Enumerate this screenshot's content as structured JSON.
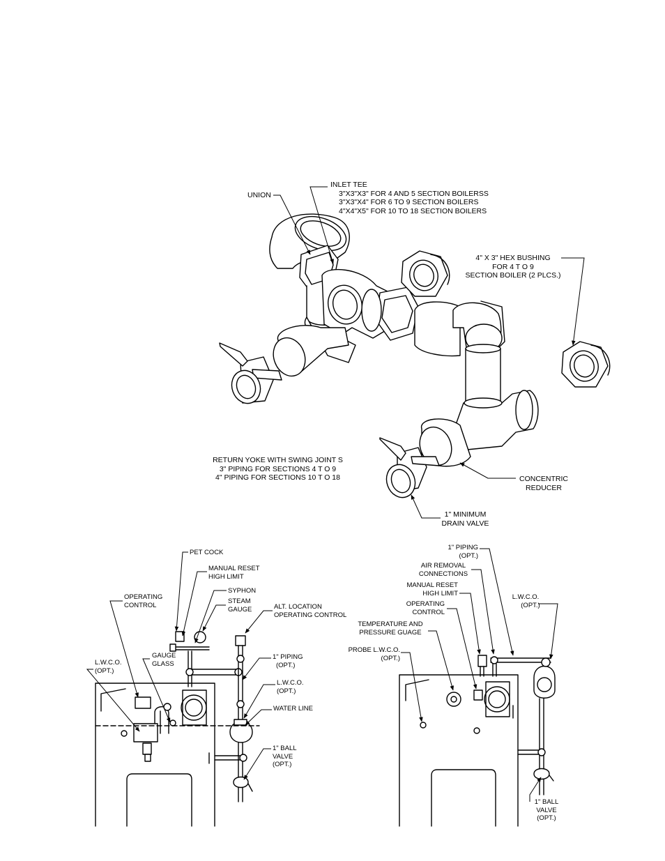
{
  "top_labels": {
    "union": "UNION",
    "inlet_tee": [
      "INLET TEE",
      "3\"X3\"X3\" FOR 4 AND 5 SECTION BOILERSS",
      "3\"X3\"X4\" FOR 6 TO 9 SECTION BOILERS",
      "4\"X4\"X5\" FOR 10 TO 18 SECTION BOILERS"
    ],
    "hex_bushing": [
      "4\" X 3\" HEX BUSHING",
      "FOR 4 T O 9",
      "SECTION BOILER (2 PLCS.)"
    ],
    "return_yoke": [
      "RETURN  YOKE WITH SWING JOINT S",
      "3\" PIPING FOR SECTIONS 4 T O 9",
      "4\" PIPING FOR SECTIONS 10 T O 18"
    ],
    "concentric_reducer": [
      "CONCENTRIC",
      "REDUCER"
    ],
    "drain_valve": [
      "1\" MINIMUM",
      "DRAIN VALVE"
    ]
  },
  "left_labels": {
    "pet_cock": "PET COCK",
    "manual_reset": [
      "MANUAL RESET",
      "HIGH LIMIT"
    ],
    "syphon": "SYPHON",
    "steam_gauge": [
      "STEAM",
      "GAUGE"
    ],
    "operating_control": [
      "OPERATING",
      "CONTROL"
    ],
    "alt_location": [
      "ALT. LOCATION",
      "OPERATING CONTROL"
    ],
    "gauge_glass": [
      "GAUGE",
      "GLASS"
    ],
    "lwco": [
      "L.W.C.O.",
      "(OPT.)"
    ],
    "piping": [
      "1\" PIPING",
      "(OPT.)"
    ],
    "lwco_right": [
      "L.W.C.O.",
      "(OPT.)"
    ],
    "water_line": "WATER LINE",
    "ball_valve": [
      "1\" BALL",
      "VALVE",
      "(OPT.)"
    ]
  },
  "right_labels": {
    "piping": [
      "1\" PIPING",
      "(OPT.)"
    ],
    "air_removal": [
      "AIR REMOVAL",
      "CONNECTIONS"
    ],
    "manual_reset": [
      "MANUAL RESET",
      "HIGH LIMIT"
    ],
    "operating_control": [
      "OPERATING",
      "CONTROL"
    ],
    "lwco": [
      "L.W.C.O.",
      "(OPT.)"
    ],
    "temp_pressure": [
      "TEMPERATURE AND",
      "PRESSURE GUAGE"
    ],
    "probe_lwco": [
      "PROBE L.W.C.O.",
      "(OPT.)"
    ],
    "ball_valve": [
      "1\" BALL",
      "VALVE",
      "(OPT.)"
    ]
  }
}
